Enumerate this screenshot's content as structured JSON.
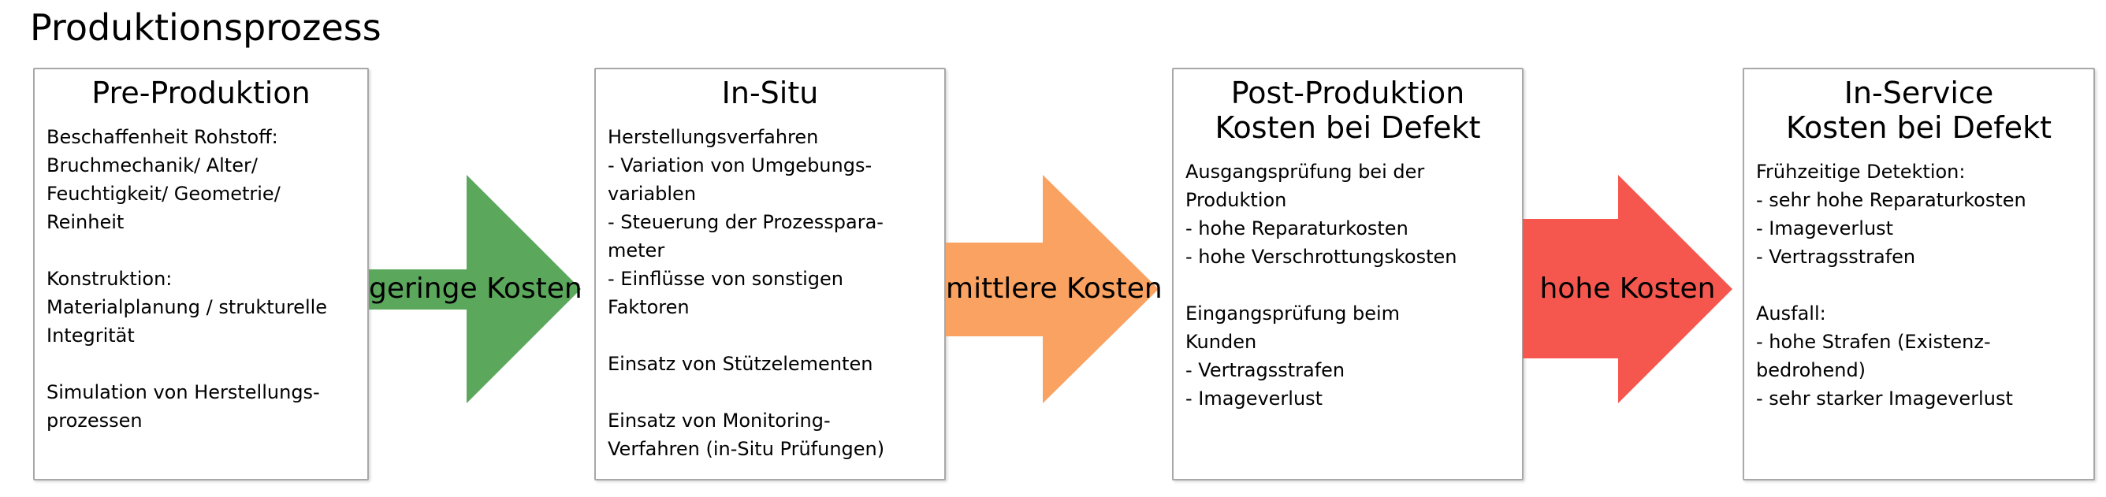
{
  "title": "Produktionsprozess",
  "colors": {
    "background": "#ffffff",
    "box_border": "#a8a8a8",
    "text": "#000000",
    "arrow_green": "#5ba85c",
    "arrow_orange": "#f9a262",
    "arrow_red": "#f5564e"
  },
  "boxes": [
    {
      "id": "pre-produktion",
      "title": "Pre-Produktion",
      "subtitle": "",
      "lines": [
        "Beschaffenheit Rohstoff:",
        "Bruchmechanik/ Alter/",
        "Feuchtigkeit/ Geometrie/",
        "Reinheit",
        "",
        "Konstruktion:",
        "Materialplanung / strukturelle",
        "Integrität",
        "",
        "Simulation von Herstellungs-",
        "prozessen"
      ]
    },
    {
      "id": "in-situ",
      "title": "In-Situ",
      "subtitle": "",
      "lines": [
        "Herstellungsverfahren",
        "- Variation von Umgebungs-",
        "variablen",
        "- Steuerung der Prozesspara-",
        "meter",
        "- Einflüsse von sonstigen",
        "Faktoren",
        "",
        "Einsatz von Stützelementen",
        "",
        "Einsatz von Monitoring-",
        "Verfahren (in-Situ Prüfungen)"
      ]
    },
    {
      "id": "post-produktion",
      "title": "Post-Produktion",
      "subtitle": "Kosten bei Defekt",
      "lines": [
        "Ausgangsprüfung bei der",
        "Produktion",
        "- hohe Reparaturkosten",
        "- hohe Verschrottungskosten",
        "",
        "Eingangsprüfung beim",
        "Kunden",
        "- Vertragsstrafen",
        "- Imageverlust"
      ]
    },
    {
      "id": "in-service",
      "title": "In-Service",
      "subtitle": "Kosten bei Defekt",
      "lines": [
        "Frühzeitige Detektion:",
        "- sehr hohe Reparaturkosten",
        "- Imageverlust",
        "- Vertragsstrafen",
        "",
        "Ausfall:",
        "- hohe Strafen (Existenz-",
        "bedrohend)",
        "- sehr starker Imageverlust"
      ]
    }
  ],
  "arrows": [
    {
      "id": "geringe-kosten",
      "label": "geringe Kosten",
      "color": "#5ba85c"
    },
    {
      "id": "mittlere-kosten",
      "label": "mittlere Kosten",
      "color": "#f9a262"
    },
    {
      "id": "hohe-kosten",
      "label": "hohe Kosten",
      "color": "#f5564e"
    }
  ]
}
